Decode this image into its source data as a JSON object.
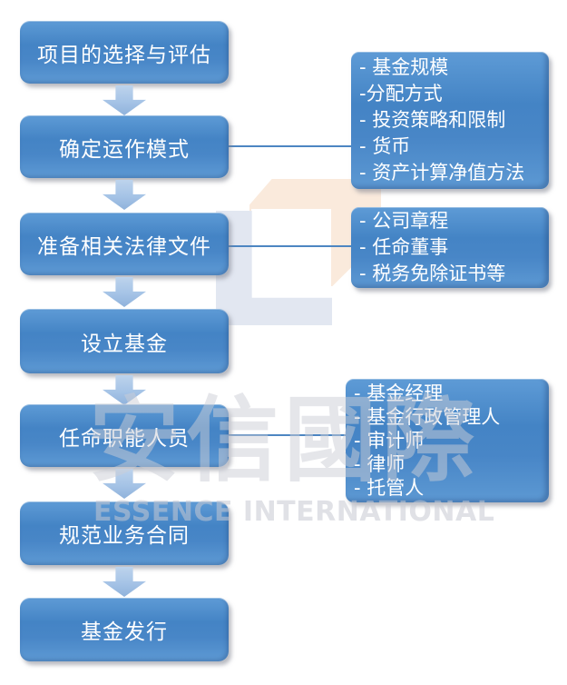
{
  "diagram": {
    "type": "flowchart",
    "direction": "top-down",
    "steps": [
      "项目的选择与评估",
      "确定运作模式",
      "准备相关法律文件",
      "设立基金",
      "任命职能人员",
      "规范业务合同",
      "基金发行"
    ],
    "annotations": [
      {
        "attached_to_step": "确定运作模式",
        "items": [
          "- 基金规模",
          "-分配方式",
          "- 投资策略和限制",
          "- 货币",
          "- 资产计算净值方法"
        ]
      },
      {
        "attached_to_step": "准备相关法律文件",
        "items": [
          "- 公司章程",
          "- 任命董事",
          "- 税务免除证书等"
        ]
      },
      {
        "attached_to_step": "任命职能人员",
        "items": [
          "- 基金经理",
          "- 基金行政管理人",
          "- 审计师",
          "- 律师",
          "- 托管人"
        ]
      }
    ]
  },
  "watermark": {
    "cn": "安信國際",
    "en": "ESSENCE INTERNATIONAL"
  },
  "icons": {
    "down_arrow": "down-arrow-icon",
    "logo": "essence-international-cube-logo"
  },
  "colors": {
    "box_blue_top": "#5e9bd6",
    "box_blue_mid": "#4484c5",
    "box_blue_bottom": "#5e9ad4",
    "arrow_light_blue": "#a5c3e6",
    "connector_blue": "#4d86c2",
    "logo_peach": "#faeadc",
    "logo_gray_blue": "#e2e7f1",
    "watermark_gray": "#cbced5",
    "text_white": "#ffffff",
    "background": "#ffffff"
  }
}
